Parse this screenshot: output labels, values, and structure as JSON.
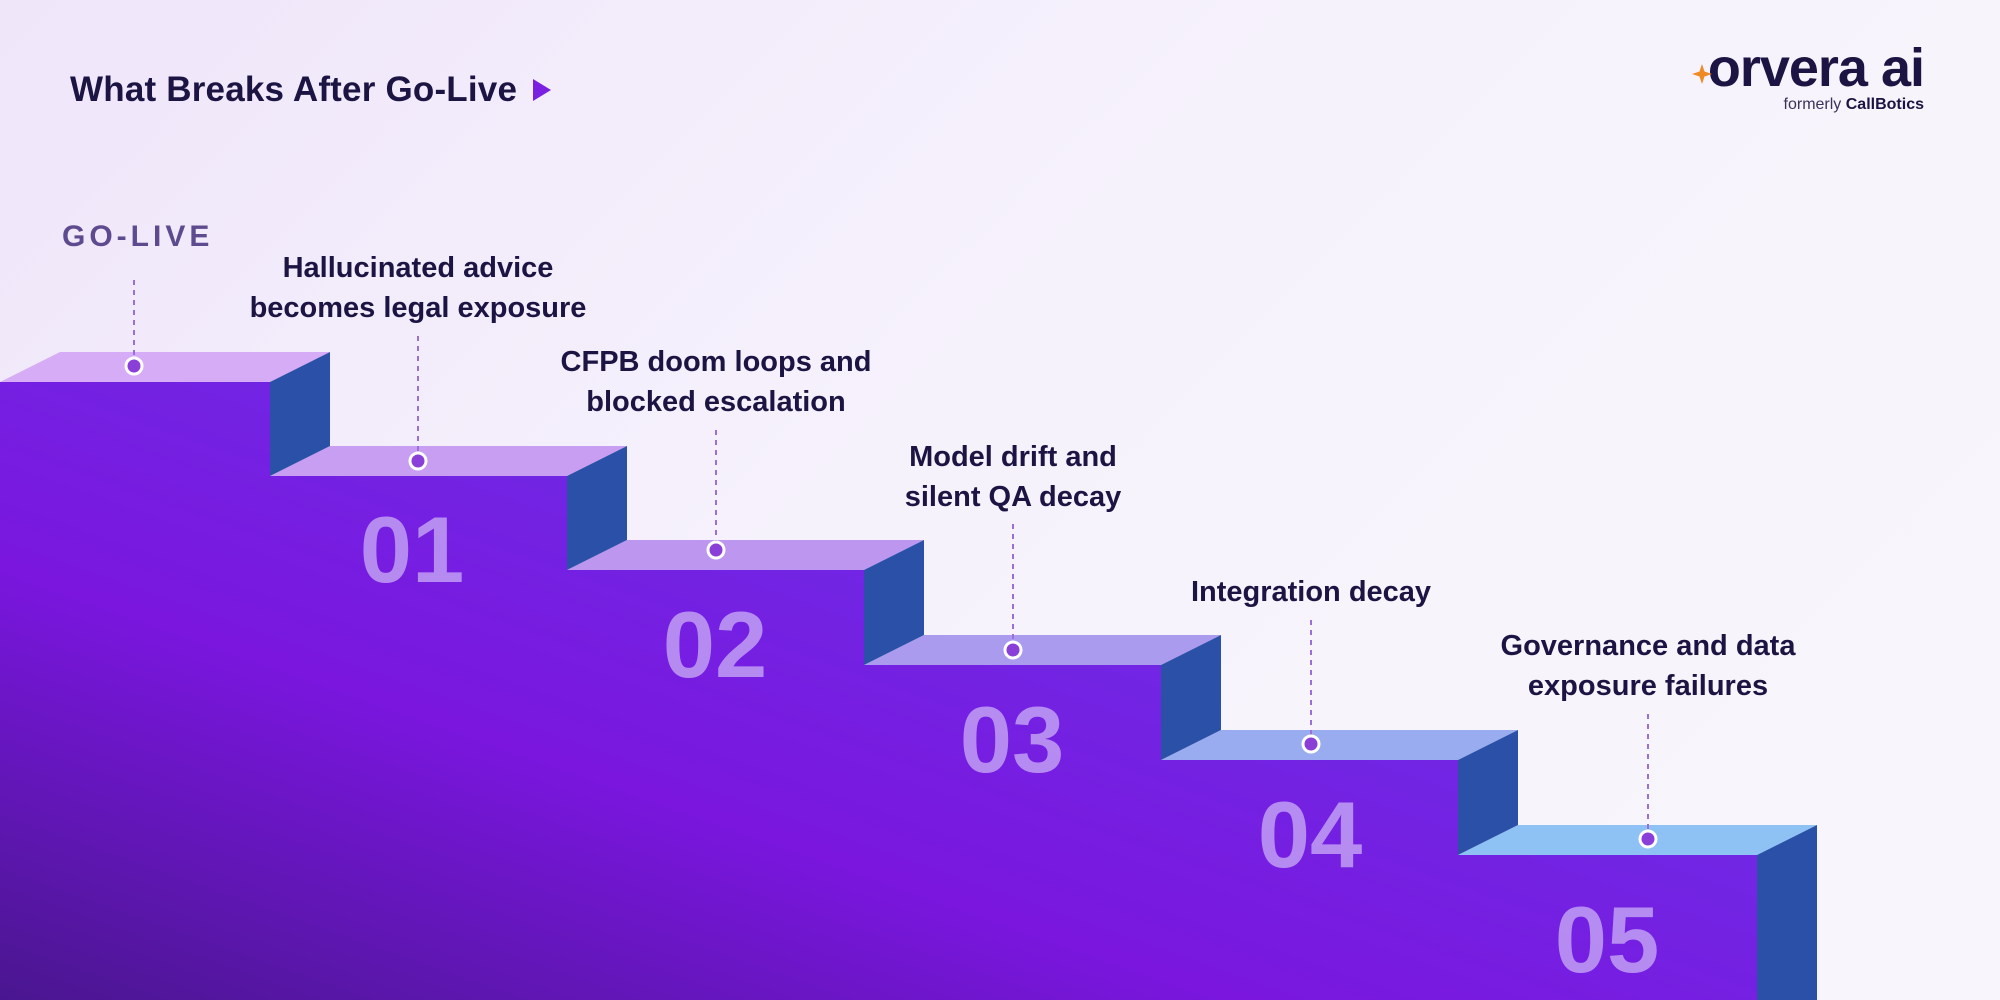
{
  "header": {
    "title": "What Breaks After Go-Live"
  },
  "logo": {
    "word": "orvera ai",
    "sub_prefix": "formerly",
    "sub_brand": "CallBotics"
  },
  "start_label": "GO-LIVE",
  "steps": [
    {
      "number": "01",
      "label_line1": "Hallucinated advice",
      "label_line2": "becomes legal exposure"
    },
    {
      "number": "02",
      "label_line1": "CFPB doom loops and",
      "label_line2": "blocked escalation"
    },
    {
      "number": "03",
      "label_line1": "Model drift and",
      "label_line2": "silent QA decay"
    },
    {
      "number": "04",
      "label_line1": "Integration decay",
      "label_line2": ""
    },
    {
      "number": "05",
      "label_line1": "Governance and data",
      "label_line2": "exposure failures"
    }
  ],
  "colors": {
    "accent": "#7b20e0",
    "title_text": "#1c1442",
    "step_side": "#2b50a8",
    "tread_colors": [
      "#d6acf6",
      "#c79ef2",
      "#bd96ef",
      "#ab9bef",
      "#99acf0",
      "#8ec2f4"
    ]
  }
}
